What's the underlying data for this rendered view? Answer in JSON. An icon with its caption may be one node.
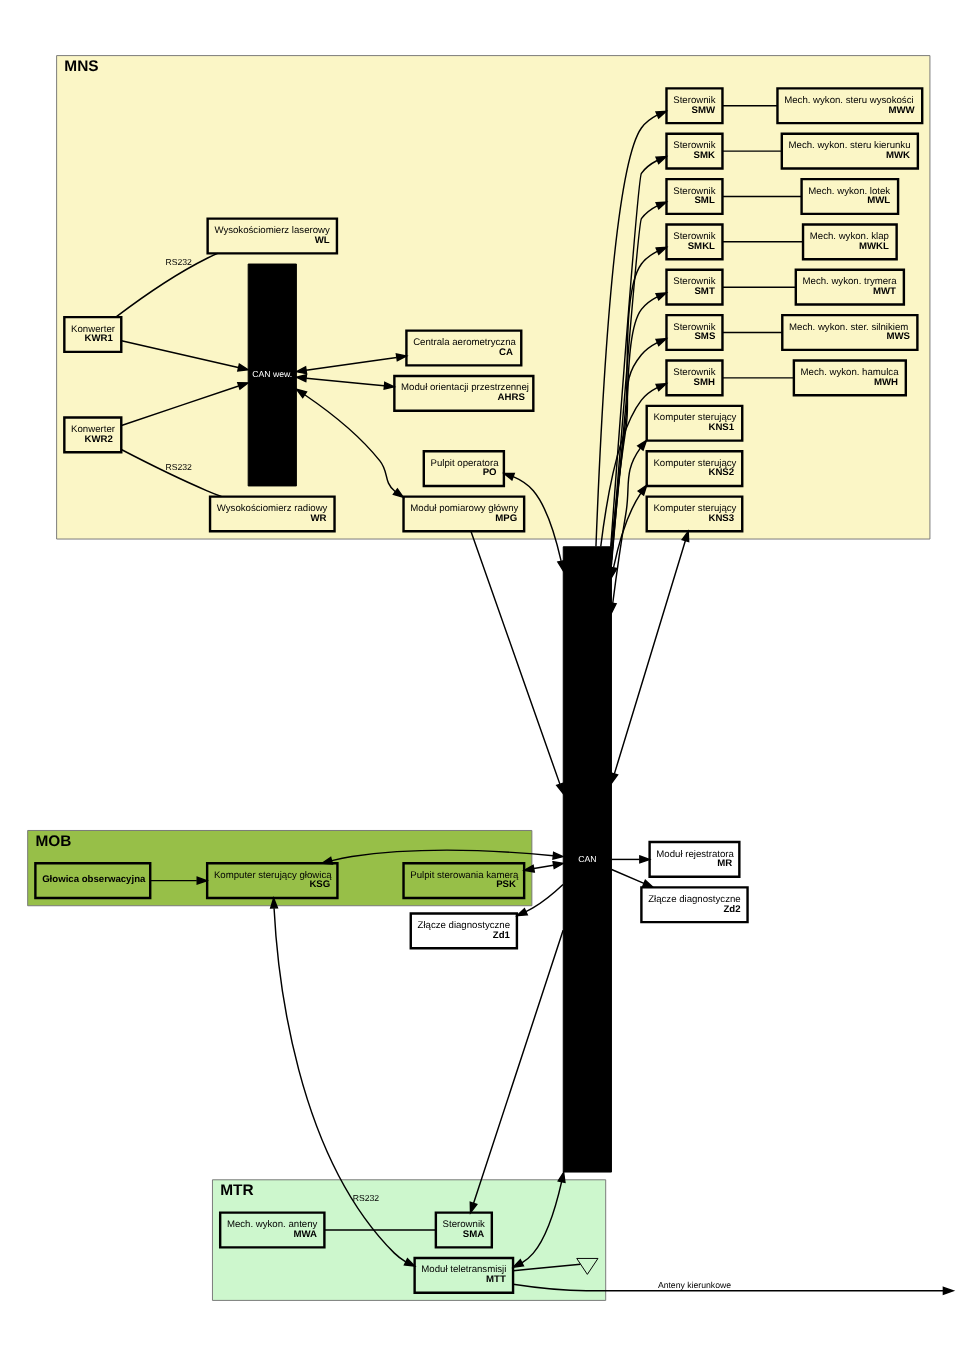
{
  "diagram": {
    "nodes": [
      {
        "text": [
          "MNS"
        ]
      },
      {
        "text": [
          "CAN wew."
        ],
        "in": 0
      },
      {
        "text": [
          "Moduł pomiarowy główny",
          "MPG"
        ],
        "in": 0
      },
      {
        "text": [
          "Moduł orientacji przestrzennej",
          "AHRS"
        ],
        "in": 0
      },
      {
        "text": [
          "Centrala aerometryczna",
          "CA"
        ],
        "in": 0
      },
      {
        "text": [
          "Konwerter",
          "KWR1"
        ],
        "in": 0
      },
      {
        "text": [
          "Wysokościomierz laserowy",
          "WL"
        ],
        "in": 0
      },
      {
        "text": [
          "Konwerter",
          "KWR2"
        ],
        "in": 0
      },
      {
        "text": [
          "Wysokościomierz radiowy",
          "WR"
        ],
        "in": 0
      },
      {
        "text": [
          "Pulpit operatora",
          "PO"
        ],
        "in": 0
      },
      {
        "text": [
          "CAN"
        ]
      },
      {
        "text": [
          "Komputer sterujący",
          "KNS1"
        ],
        "in": 0
      },
      {
        "text": [
          "Komputer sterujący",
          "KNS2"
        ],
        "in": 0
      },
      {
        "text": [
          "Komputer sterujący",
          "KNS3"
        ],
        "in": 0
      },
      {
        "text": [
          "Sterownik",
          "SMW"
        ],
        "in": 0
      },
      {
        "text": [
          "Mech. wykon. steru wysokości",
          "MWW"
        ],
        "in": 0
      },
      {
        "text": [
          "Sterownik",
          "SMK"
        ],
        "in": 0
      },
      {
        "text": [
          "Mech. wykon. steru kierunku",
          "MWK"
        ],
        "in": 0
      },
      {
        "text": [
          "Sterownik",
          "SML"
        ],
        "in": 0
      },
      {
        "text": [
          "Mech. wykon. lotek",
          "MWL"
        ],
        "in": 0
      },
      {
        "text": [
          "Sterownik",
          "SMKL"
        ],
        "in": 0
      },
      {
        "text": [
          "Mech. wykon. klap",
          "MWKL"
        ],
        "in": 0
      },
      {
        "text": [
          "Sterownik",
          "SMT"
        ],
        "in": 0
      },
      {
        "text": [
          "Mech. wykon. trymera",
          "MWT"
        ],
        "in": 0
      },
      {
        "text": [
          "Sterownik",
          "SMS"
        ],
        "in": 0
      },
      {
        "text": [
          "Mech. wykon. ster. silnikiem",
          "MWS"
        ],
        "in": 0
      },
      {
        "text": [
          "Sterownik",
          "SMH"
        ],
        "in": 0
      },
      {
        "text": [
          "Mech. wykon. hamulca",
          "MWH"
        ],
        "in": 0
      },
      {
        "text": [
          "MOB"
        ]
      },
      {
        "text": [
          "Głowica obserwacyjna"
        ],
        "in": 28
      },
      {
        "text": [
          "Komputer sterujący głowicą",
          "KSG"
        ],
        "in": 28
      },
      {
        "text": [
          "Pulpit sterowania kamerą",
          "PSK"
        ],
        "in": 28
      },
      {
        "text": [
          "MTR"
        ]
      },
      {
        "text": [],
        "shape": "antenna",
        "in": 32
      },
      {
        "text": [
          "Moduł teletransmisji",
          "MTT"
        ],
        "in": 32
      },
      {
        "text": [
          "Mech. wykon. anteny",
          "MWA"
        ],
        "in": 32
      },
      {
        "text": [
          "Sterownik",
          "SMA"
        ],
        "in": 32
      },
      {
        "text": [
          "Moduł rejestratora",
          "MR"
        ]
      },
      {
        "text": [
          "Złącze diagnostyczne",
          "Zd1"
        ]
      },
      {
        "text": [
          "Złącze diagnostyczne",
          "Zd2"
        ]
      }
    ],
    "edges": [
      {
        "from": 1,
        "to": 2,
        "arrow": "both"
      },
      {
        "from": 1,
        "to": 3,
        "arrow": "both"
      },
      {
        "from": 1,
        "to": 4,
        "arrow": "both"
      },
      {
        "from": 5,
        "to": 1,
        "arrow": "to"
      },
      {
        "from": 7,
        "to": 1,
        "arrow": "to"
      },
      {
        "from": 5,
        "to": 6,
        "arrow": "none",
        "label": "RS232"
      },
      {
        "from": 7,
        "to": 8,
        "arrow": "none",
        "label": "RS232"
      },
      {
        "from": 2,
        "to": 10,
        "arrow": "to"
      },
      {
        "from": 9,
        "to": 10,
        "arrow": "both"
      },
      {
        "from": 10,
        "to": 11,
        "arrow": "both"
      },
      {
        "from": 10,
        "to": 12,
        "arrow": "both"
      },
      {
        "from": 10,
        "to": 13,
        "arrow": "both"
      },
      {
        "from": 10,
        "to": 14,
        "arrow": "to"
      },
      {
        "from": 10,
        "to": 16,
        "arrow": "to"
      },
      {
        "from": 10,
        "to": 18,
        "arrow": "to"
      },
      {
        "from": 10,
        "to": 20,
        "arrow": "to"
      },
      {
        "from": 10,
        "to": 22,
        "arrow": "to"
      },
      {
        "from": 10,
        "to": 24,
        "arrow": "to"
      },
      {
        "from": 10,
        "to": 26,
        "arrow": "to"
      },
      {
        "from": 14,
        "to": 15,
        "arrow": "none"
      },
      {
        "from": 16,
        "to": 17,
        "arrow": "none"
      },
      {
        "from": 18,
        "to": 19,
        "arrow": "none"
      },
      {
        "from": 20,
        "to": 21,
        "arrow": "none"
      },
      {
        "from": 22,
        "to": 23,
        "arrow": "none"
      },
      {
        "from": 24,
        "to": 25,
        "arrow": "none"
      },
      {
        "from": 26,
        "to": 27,
        "arrow": "none"
      },
      {
        "from": 29,
        "to": 30,
        "arrow": "to"
      },
      {
        "from": 30,
        "to": 34,
        "arrow": "both",
        "label": "RS232"
      },
      {
        "from": 10,
        "to": 30,
        "arrow": "both"
      },
      {
        "from": 10,
        "to": 31,
        "arrow": "both"
      },
      {
        "from": 10,
        "to": 34,
        "arrow": "both"
      },
      {
        "from": 34,
        "to": 33,
        "arrow": "none"
      },
      {
        "from": 34,
        "to": null,
        "arrow": "to",
        "label": "Anteny kierunkowe"
      },
      {
        "from": 35,
        "to": 36,
        "arrow": "none"
      },
      {
        "from": 10,
        "to": 36,
        "arrow": "to"
      },
      {
        "from": 10,
        "to": 37,
        "arrow": "to"
      },
      {
        "from": 10,
        "to": 38,
        "arrow": "to"
      },
      {
        "from": 10,
        "to": 39,
        "arrow": "to"
      }
    ]
  }
}
